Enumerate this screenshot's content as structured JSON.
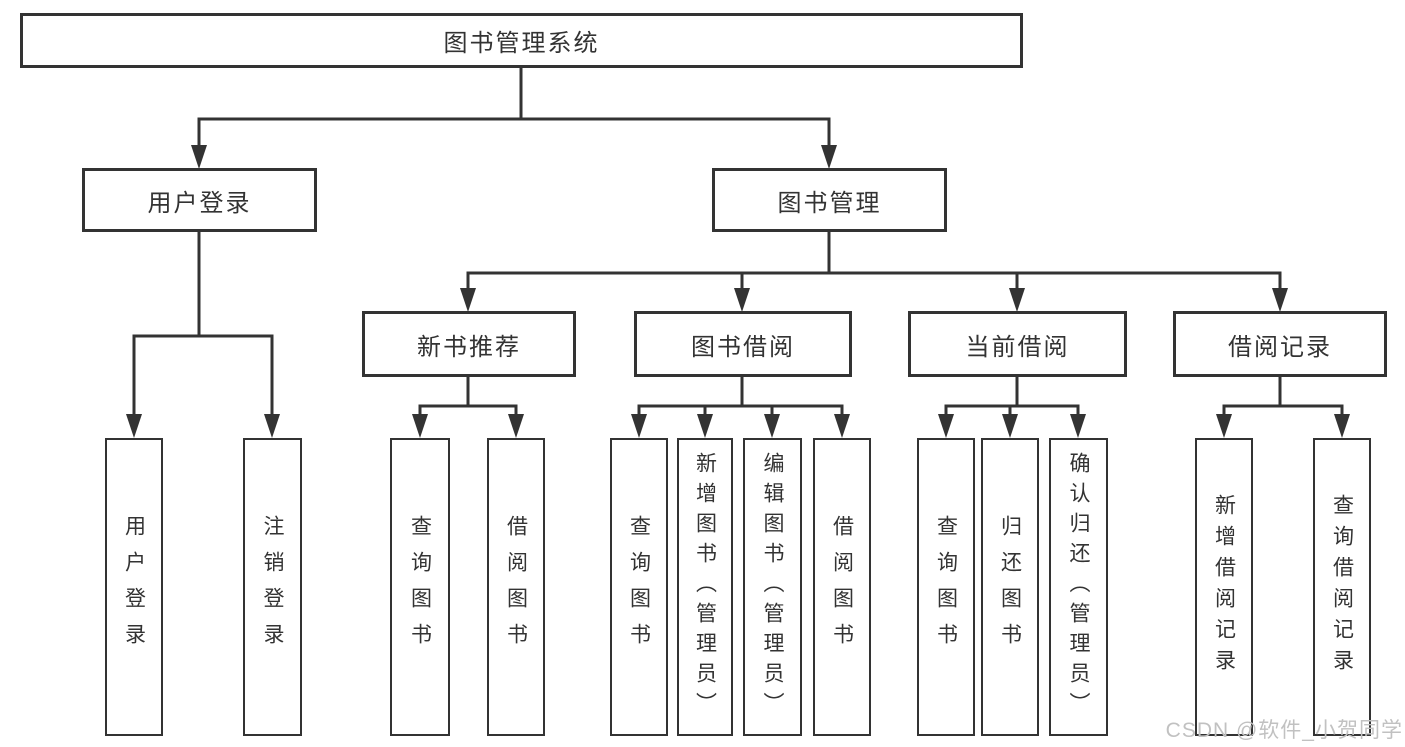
{
  "tree": {
    "root": "图书管理系统",
    "login": {
      "label": "用户登录",
      "children": [
        "用户登录",
        "注销登录"
      ]
    },
    "management": {
      "label": "图书管理",
      "sections": [
        {
          "label": "新书推荐",
          "children": [
            "查询图书",
            "借阅图书"
          ]
        },
        {
          "label": "图书借阅",
          "children": [
            "查询图书",
            "新增图书（管理员）",
            "编辑图书（管理员）",
            "借阅图书"
          ]
        },
        {
          "label": "当前借阅",
          "children": [
            "查询图书",
            "归还图书",
            "确认归还（管理员）"
          ]
        },
        {
          "label": "借阅记录",
          "children": [
            "新增借阅记录",
            "查询借阅记录"
          ]
        }
      ]
    }
  },
  "watermark": "CSDN @软件_小贺同学",
  "colors": {
    "line": "#333333",
    "box_border": "#333333",
    "text": "#333333",
    "watermark": "#c1c1c1",
    "background": "#ffffff"
  }
}
